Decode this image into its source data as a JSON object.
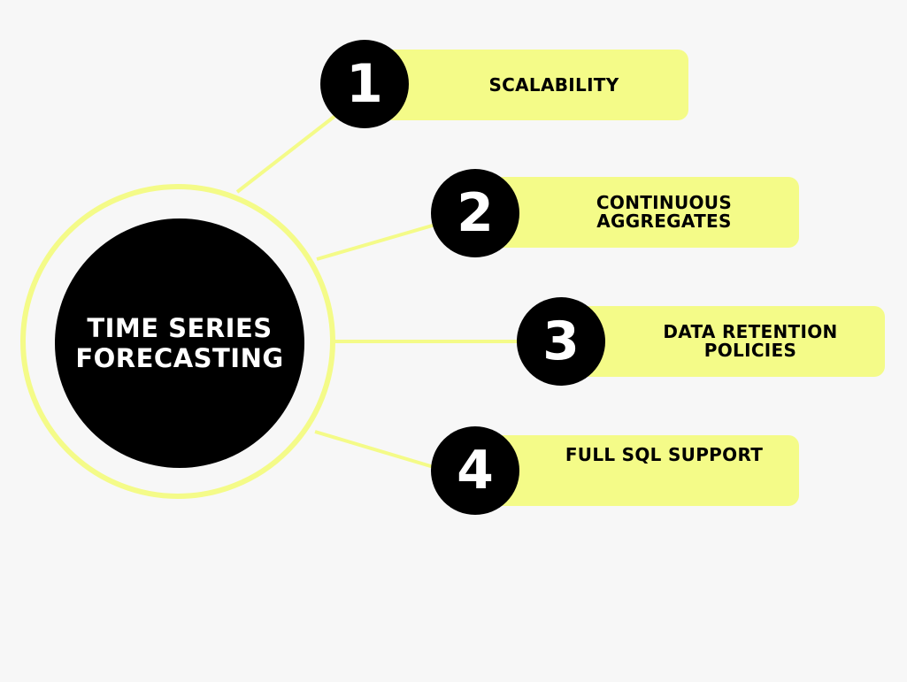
{
  "diagram": {
    "center": {
      "title": "TIME SERIES FORECASTING"
    },
    "items": [
      {
        "number": "1",
        "label": "SCALABILITY"
      },
      {
        "number": "2",
        "label": "CONTINUOUS AGGREGATES"
      },
      {
        "number": "3",
        "label": "DATA RETENTION POLICIES"
      },
      {
        "number": "4",
        "label": "FULL SQL SUPPORT"
      }
    ]
  },
  "colors": {
    "background": "#f7f7f7",
    "accent_yellow": "#f4fb88",
    "circle_black": "#000000",
    "text_white": "#ffffff"
  }
}
